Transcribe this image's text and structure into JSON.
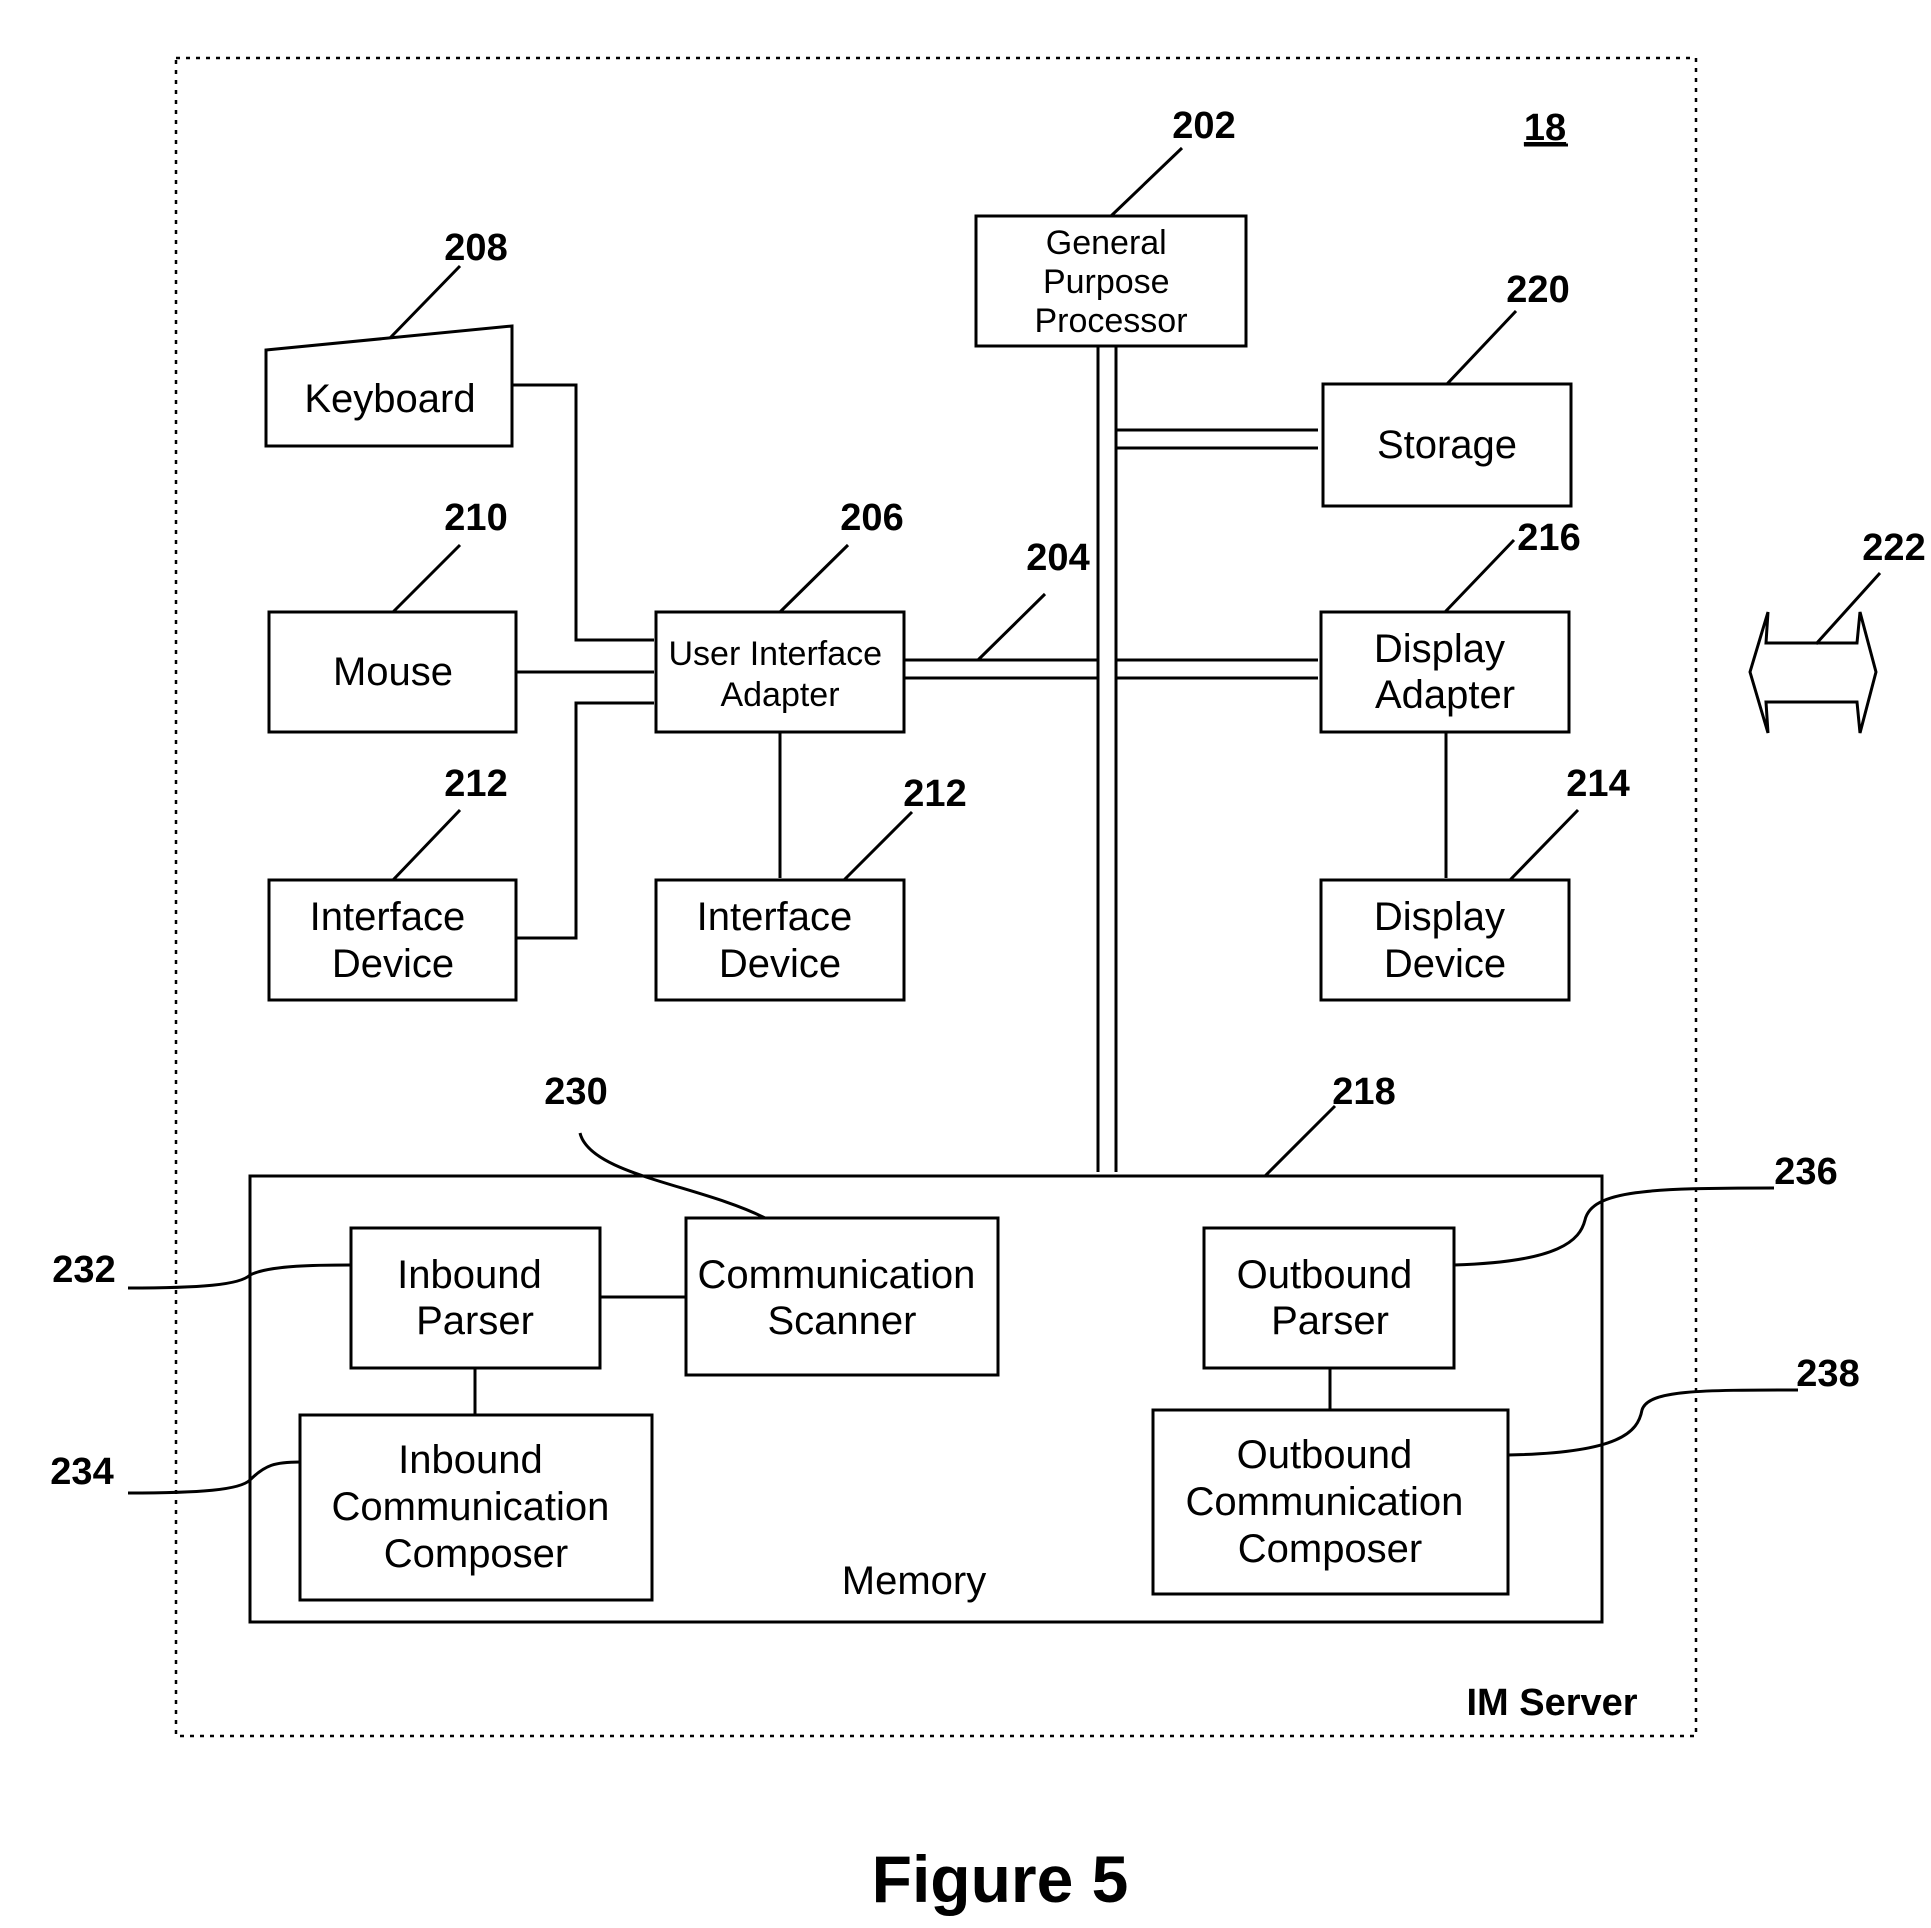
{
  "server": {
    "ref": "18",
    "label": "IM Server"
  },
  "figure_caption": "Figure 5",
  "nodes": {
    "processor": {
      "ref": "202",
      "lines": [
        "General",
        "Purpose",
        "Processor"
      ]
    },
    "bus": {
      "ref": "204"
    },
    "ui_adapter": {
      "ref": "206",
      "lines": [
        "User Interface",
        "Adapter"
      ]
    },
    "keyboard": {
      "ref": "208",
      "lines": [
        "Keyboard"
      ]
    },
    "mouse": {
      "ref": "210",
      "lines": [
        "Mouse"
      ]
    },
    "interface_device_left": {
      "ref": "212",
      "lines": [
        "Interface",
        "Device"
      ]
    },
    "interface_device_mid": {
      "ref": "212",
      "lines": [
        "Interface",
        "Device"
      ]
    },
    "display_device": {
      "ref": "214",
      "lines": [
        "Display",
        "Device"
      ]
    },
    "display_adapter": {
      "ref": "216",
      "lines": [
        "Display",
        "Adapter"
      ]
    },
    "memory": {
      "ref": "218",
      "label": "Memory"
    },
    "storage": {
      "ref": "220",
      "lines": [
        "Storage"
      ]
    },
    "network": {
      "ref": "222"
    },
    "comm_scanner": {
      "ref": "230",
      "lines": [
        "Communication",
        "Scanner"
      ]
    },
    "inbound_parser": {
      "ref": "232",
      "lines": [
        "Inbound",
        "Parser"
      ]
    },
    "inbound_composer": {
      "ref": "234",
      "lines": [
        "Inbound",
        "Communication",
        "Composer"
      ]
    },
    "outbound_parser": {
      "ref": "236",
      "lines": [
        "Outbound",
        "Parser"
      ]
    },
    "outbound_composer": {
      "ref": "238",
      "lines": [
        "Outbound",
        "Communication",
        "Composer"
      ]
    }
  }
}
